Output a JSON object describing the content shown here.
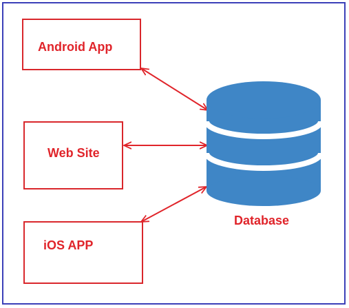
{
  "nodes": {
    "android": {
      "label": "Android App"
    },
    "website": {
      "label": "Web Site"
    },
    "ios": {
      "label": "iOS APP"
    },
    "database": {
      "label": "Database"
    }
  },
  "colors": {
    "frame": "#3a3fb8",
    "box_border": "#d9262b",
    "text": "#e0242a",
    "arrow": "#e0242a",
    "db_fill": "#3f86c6",
    "db_bands": "#ffffff"
  },
  "icons": {
    "database": "database-cylinder-icon"
  }
}
